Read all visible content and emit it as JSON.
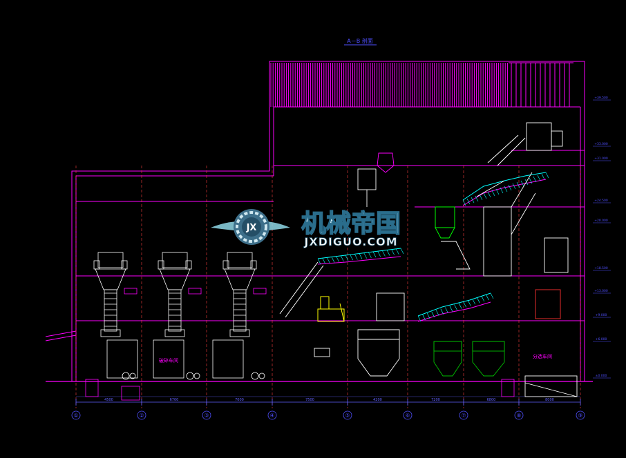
{
  "drawing": {
    "title": "A－B 剖面",
    "colors": {
      "background": "#000000",
      "building": "#ff00ff",
      "equipment": "#ffffff",
      "conveyor": "#00ffff",
      "dimension": "#6060ff",
      "grid": "#4040ff",
      "highlight": "#ffff00",
      "green": "#00c000",
      "red": "#ff3030"
    },
    "grid_labels": [
      "①",
      "②",
      "③",
      "④",
      "⑤",
      "⑥",
      "⑦",
      "⑧",
      "⑨"
    ],
    "bay_dimensions": [
      "4500",
      "6700",
      "7000",
      "7500",
      "4200",
      "7200",
      "6800",
      "8000"
    ],
    "level_tags": [
      "+39.500",
      "+33.000",
      "+31.000",
      "+24.500",
      "+20.000",
      "+18.500",
      "+13.000",
      "+9.000",
      "+6.000",
      "±0.000"
    ],
    "room_labels": [
      "破碎车间",
      "分选车间"
    ]
  },
  "watermark": {
    "logo_letters": "JX",
    "brand_cn": "机械帝国",
    "brand_en": "JXDIGUO.COM"
  }
}
